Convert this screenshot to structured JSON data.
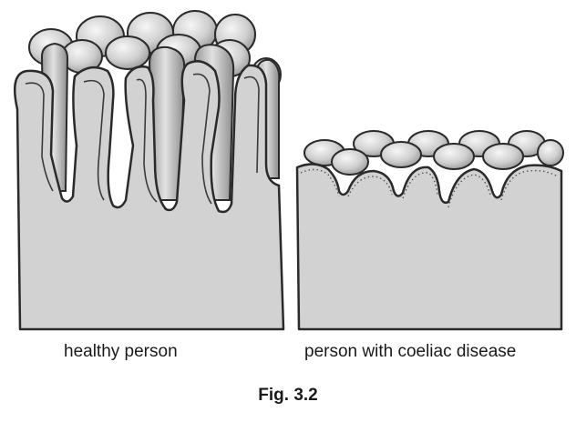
{
  "labels": {
    "left": "healthy person",
    "right": "person with coeliac disease"
  },
  "figure_label": "Fig. 3.2",
  "colors": {
    "tissue": "#d2d2d2",
    "outline": "#2a2a2a",
    "cell_light": "#f4f4f4",
    "cell_dark": "#9c9c9c",
    "villus_inner": "#b9b9b9"
  }
}
